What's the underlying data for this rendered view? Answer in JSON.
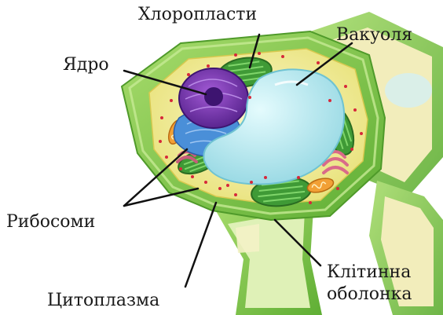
{
  "labels": {
    "chloroplasts": "Хлоропласти",
    "vacuole": "Вакуоля",
    "nucleus": "Ядро",
    "ribosomes": "Рибосоми",
    "cell_wall_line1": "Клітинна",
    "cell_wall_line2": "оболонка",
    "cytoplasm": "Цитоплазма"
  },
  "colors": {
    "cell_wall": "#7cc242",
    "cell_wall_dark": "#4f9a2a",
    "cytoplasm": "#f4efa0",
    "vacuole": "#bfeaf0",
    "nucleus": "#7a3bb0",
    "nucleolus": "#3d1470",
    "er": "#4a8fd8",
    "chloroplast": "#3f9a36",
    "mitochondria": "#f2a035",
    "golgi": "#d96a8a",
    "ribosome": "#d6283a",
    "leader_line": "#111111"
  }
}
